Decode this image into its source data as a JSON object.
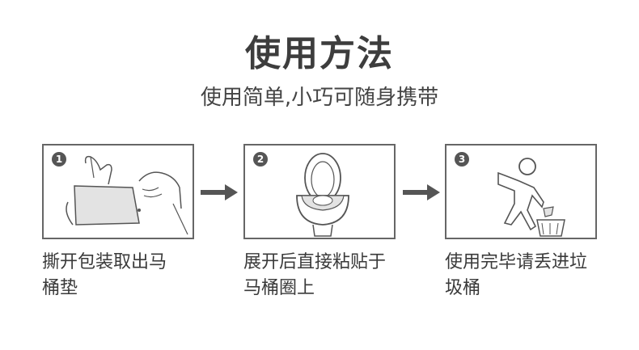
{
  "title": "使用方法",
  "subtitle": "使用简单,小巧可随身携带",
  "steps": [
    {
      "number": "1",
      "caption_line1": "撕开包装取出马",
      "caption_line2": "桶垫"
    },
    {
      "number": "2",
      "caption_line1": "展开后直接粘贴于",
      "caption_line2": "马桶圈上"
    },
    {
      "number": "3",
      "caption_line1": "使用完毕请丢进垃",
      "caption_line2": "圾桶"
    }
  ],
  "colors": {
    "border": "#666666",
    "badge": "#555555",
    "pad": "#e3e3e3",
    "text": "#3a3a3a"
  },
  "icons": [
    "tear-package-illustration",
    "toilet-seat-illustration",
    "trash-disposal-illustration",
    "arrow-right-icon"
  ]
}
